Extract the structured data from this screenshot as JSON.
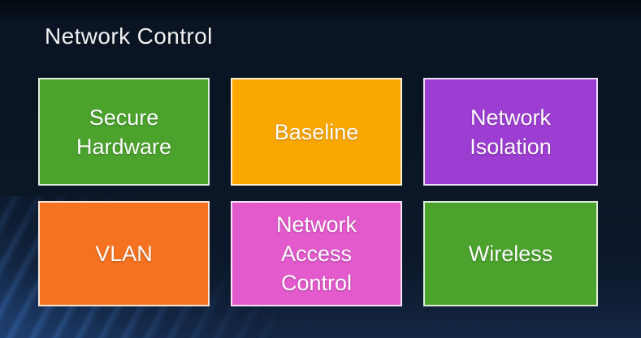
{
  "slide": {
    "title": "Network Control",
    "background_color": "#0B1626",
    "tile_border_color": "#FAFAFA",
    "tile_text_color": "#FDFDFD",
    "tiles": [
      {
        "label": "Secure\nHardware",
        "color": "#4BA32D"
      },
      {
        "label": "Baseline",
        "color": "#FBA702"
      },
      {
        "label": "Network\nIsolation",
        "color": "#9D3ED2"
      },
      {
        "label": "VLAN",
        "color": "#F57320"
      },
      {
        "label": "Network\nAccess\nControl",
        "color": "#E25ACC"
      },
      {
        "label": "Wireless",
        "color": "#4BA32D"
      }
    ]
  }
}
